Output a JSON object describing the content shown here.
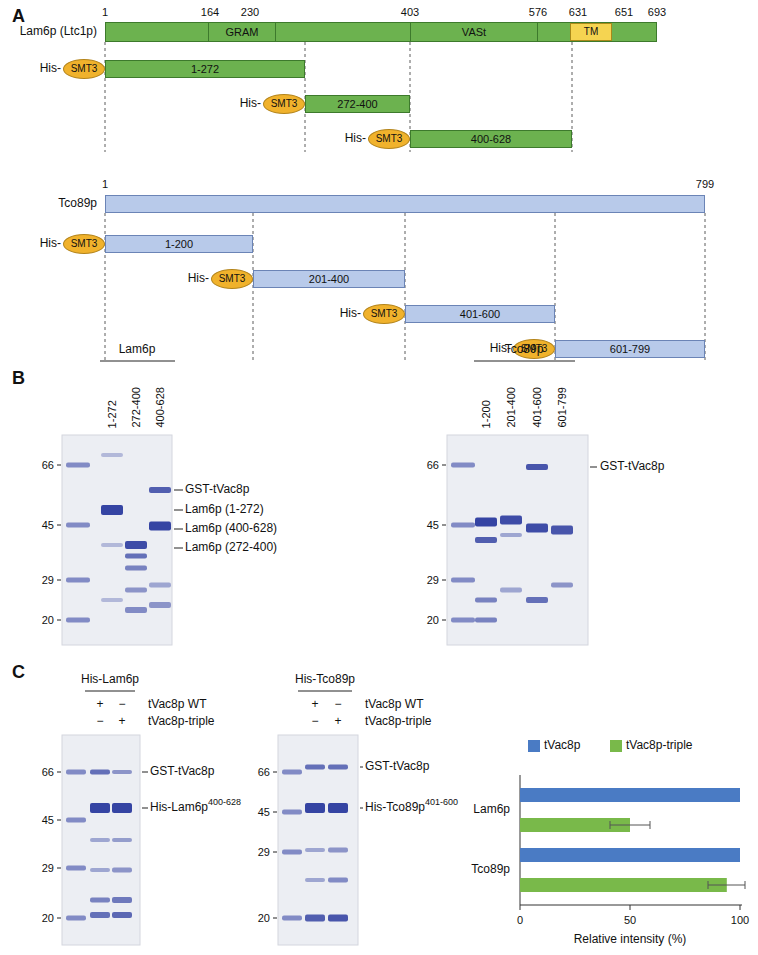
{
  "diagram": {
    "nodes": [
      {
        "text": [
          "Lam6p (Ltc1p)"
        ]
      },
      {
        "text": [
          "GRAM"
        ],
        "in": 0
      },
      {
        "text": [
          "VASt"
        ],
        "in": 0
      },
      {
        "text": [
          "TM"
        ],
        "in": 0
      },
      {
        "text": [
          "SMT3"
        ]
      },
      {
        "text": [
          "1-272"
        ]
      },
      {
        "text": [
          "SMT3"
        ]
      },
      {
        "text": [
          "272-400"
        ]
      },
      {
        "text": [
          "SMT3"
        ]
      },
      {
        "text": [
          "400-628"
        ]
      },
      {
        "text": [
          "Tco89p"
        ]
      },
      {
        "text": [
          "SMT3"
        ]
      },
      {
        "text": [
          "1-200"
        ]
      },
      {
        "text": [
          "SMT3"
        ]
      },
      {
        "text": [
          "201-400"
        ]
      },
      {
        "text": [
          "SMT3"
        ]
      },
      {
        "text": [
          "401-600"
        ]
      },
      {
        "text": [
          "SMT3"
        ]
      },
      {
        "text": [
          "601-799"
        ]
      }
    ],
    "labels": [
      "A",
      "1",
      "164",
      "230",
      "403",
      "576",
      "631",
      "651",
      "693",
      "His-",
      "His-",
      "His-",
      "1",
      "799",
      "His-",
      "His-",
      "His-",
      "His-",
      "B",
      "Lam6p",
      "1-272",
      "272-400",
      "400-628",
      "66",
      "45",
      "29",
      "20",
      "GST-tVac8p",
      "Lam6p (1-272)",
      "Lam6p (400-628)",
      "Lam6p (272-400)",
      "Tco89p",
      "1-200",
      "201-400",
      "401-600",
      "601-799",
      "66",
      "45",
      "29",
      "20",
      "GST-tVac8p",
      "C",
      "His-Lam6p",
      "+",
      "−",
      "tVac8p WT",
      "−",
      "+",
      "tVac8p-triple",
      "66",
      "45",
      "29",
      "20",
      "GST-tVac8p",
      "His-Lam6p",
      "400-628",
      "His-Tco89p",
      "+",
      "−",
      "tVac8p WT",
      "−",
      "+",
      "tVac8p-triple",
      "66",
      "45",
      "29",
      "20",
      "GST-tVac8p",
      "His-Tco89p",
      "401-600",
      "Lam6p",
      "Tco89p",
      "0",
      "50",
      "100",
      "Relative intensity (%)"
    ],
    "legend": [
      {
        "text": "tVac8p",
        "color": "#4a7bc4"
      },
      {
        "text": "tVac8p-triple",
        "color": "#79b94a"
      }
    ]
  }
}
